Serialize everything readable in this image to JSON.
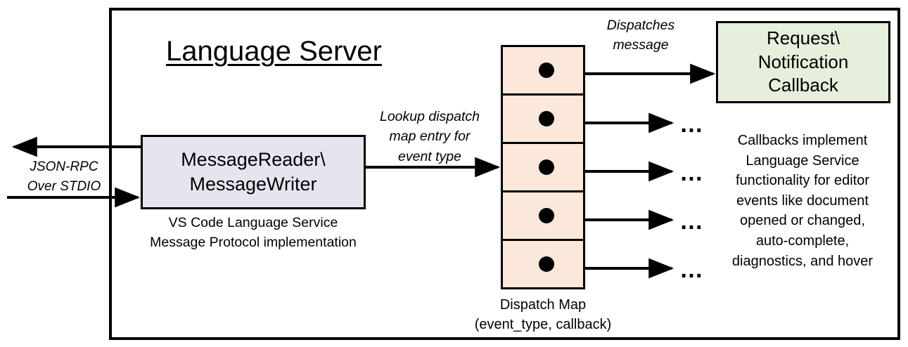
{
  "diagram": {
    "title": "Language Server",
    "boundary_label": "Language Server",
    "external_channel": {
      "label_line1": "JSON-RPC",
      "label_line2": "Over STDIO",
      "inbound_arrow": "arrow-right-into-server",
      "outbound_arrow": "arrow-left-out-of-server"
    },
    "message_node": {
      "line1": "MessageReader\\",
      "line2": "MessageWriter",
      "caption_line1": "VS Code Language Service",
      "caption_line2": "Message Protocol implementation",
      "fill_color": "#E8E4EF",
      "stroke_color": "#000000"
    },
    "lookup_edge": {
      "label_line1": "Lookup dispatch",
      "label_line2": "map entry for",
      "label_line3": "event type"
    },
    "dispatch_map": {
      "caption_line1": "Dispatch Map",
      "caption_line2": "(event_type, callback)",
      "fill_color": "#FCE8DA",
      "stroke_color": "#000000",
      "rows": [
        {
          "marker": "callback-dot",
          "target": "Request\\Notification Callback"
        },
        {
          "marker": "callback-dot",
          "target": "..."
        },
        {
          "marker": "callback-dot",
          "target": "..."
        },
        {
          "marker": "callback-dot",
          "target": "..."
        },
        {
          "marker": "callback-dot",
          "target": "..."
        }
      ]
    },
    "dispatch_edge": {
      "label_line1": "Dispatches",
      "label_line2": "message"
    },
    "callback_node": {
      "line1": "Request\\",
      "line2": "Notification",
      "line3": "Callback",
      "fill_color": "#E6EEDC",
      "stroke_color": "#000000",
      "caption_line1": "Callbacks implement",
      "caption_line2": "Language Service",
      "caption_line3": "functionality for editor",
      "caption_line4": "events like document",
      "caption_line5": "opened or changed,",
      "caption_line6": "auto-complete,",
      "caption_line7": "diagnostics, and hover"
    },
    "ellipsis_rows": [
      "…",
      "…",
      "…",
      "…"
    ]
  }
}
